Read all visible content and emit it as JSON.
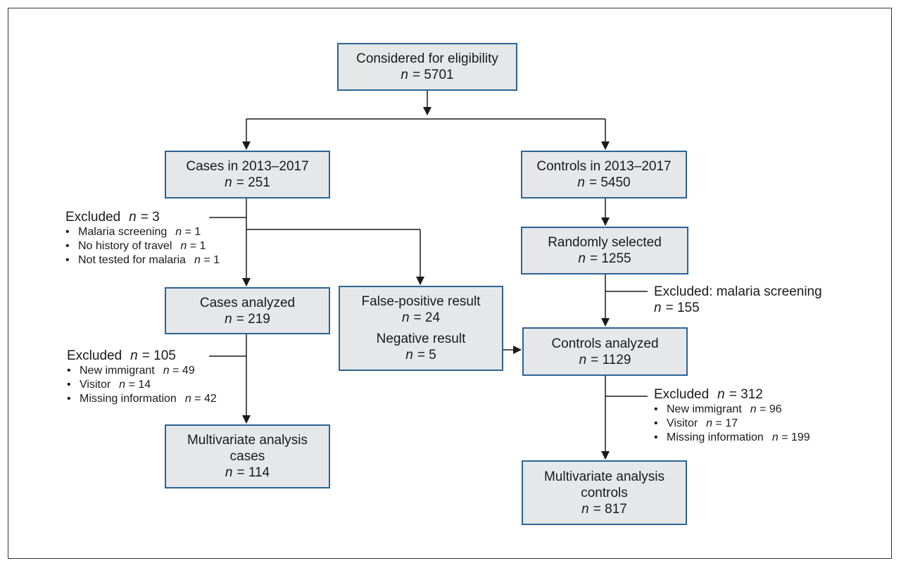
{
  "n_symbol": "n",
  "eligibility": {
    "title": "Considered for eligibility",
    "count": "= 5701"
  },
  "cases": {
    "title": "Cases in 2013–2017",
    "count": "= 251"
  },
  "controls": {
    "title": "Controls in 2013–2017",
    "count": "= 5450"
  },
  "cases_excluded": {
    "heading": "Excluded",
    "count": "= 3",
    "items": [
      {
        "label": "Malaria screening",
        "count": "= 1"
      },
      {
        "label": "No history of travel",
        "count": "= 1"
      },
      {
        "label": "Not tested for malaria",
        "count": "= 1"
      }
    ]
  },
  "random": {
    "title": "Randomly selected",
    "count": "= 1255"
  },
  "controls_excluded": {
    "heading": "Excluded: malaria screening",
    "count": "= 155"
  },
  "cases_analyzed": {
    "title": "Cases analyzed",
    "count": "= 219"
  },
  "false_positive": {
    "title": "False-positive result",
    "count": "= 24",
    "neg_title": "Negative result",
    "neg_count": "= 5"
  },
  "controls_analyzed": {
    "title": "Controls analyzed",
    "count": "= 1129"
  },
  "cases_excluded2": {
    "heading": "Excluded",
    "count": "= 105",
    "items": [
      {
        "label": "New immigrant",
        "count": "= 49"
      },
      {
        "label": "Visitor",
        "count": "= 14"
      },
      {
        "label": "Missing information",
        "count": "= 42"
      }
    ]
  },
  "controls_excluded2": {
    "heading": "Excluded",
    "count": "= 312",
    "items": [
      {
        "label": "New immigrant",
        "count": "= 96"
      },
      {
        "label": "Visitor",
        "count": "= 17"
      },
      {
        "label": "Missing information",
        "count": "= 199"
      }
    ]
  },
  "mv_cases": {
    "line1": "Multivariate analysis",
    "line2": "cases",
    "count": "= 114"
  },
  "mv_controls": {
    "line1": "Multivariate analysis",
    "line2": "controls",
    "count": "= 817"
  }
}
